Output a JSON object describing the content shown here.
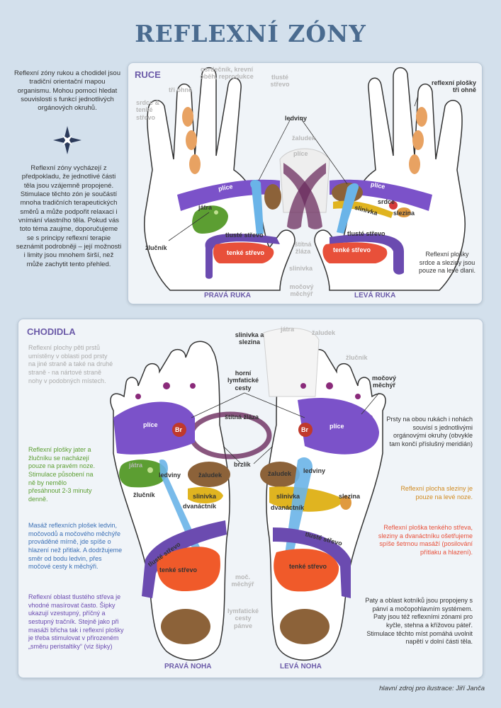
{
  "title": "REFLEXNÍ ZÓNY",
  "intro1": "Reflexní zóny rukou a chodidel jsou tradiční orientační mapou organismu. Mohou pomoci hledat souvislosti s funkcí jednotlivých orgánových okruhů.",
  "intro2": "Reflexní zóny vycházejí z předpokladu, že jednotlivé části těla jsou vzájemně propojené. Stimulace těchto zón je součástí mnoha tradičních terapeutických směrů a může podpořit relaxaci i vnímání vlastního těla. Pokud vás toto téma zaujme, doporučujeme se s principy reflexní terapie seznámit podrobněji – její možnosti i limity jsou mnohem širší, než může zachytit tento přehled.",
  "hands": {
    "heading": "RUCE",
    "labels": {
      "tri_ohne": "tři ohně",
      "srdce_tenke": "srdce & tenké střevo",
      "osrdecnik": "osrdečník, krevní oběh, reprodukce",
      "tluste_strevo_top": "tlusté střevo",
      "ledviny": "ledviny",
      "zaludek": "žaludek",
      "plice_center": "plíce",
      "plice_left": "plíce",
      "plice_right": "plíce",
      "jatra": "játra",
      "zlucnik": "žlučník",
      "tluste_left": "tlusté střevo",
      "tenke_left": "tenké střevo",
      "tluste_right": "tlusté střevo",
      "tenke_right": "tenké střevo",
      "slinivka": "slinivka",
      "srdce": "srdce",
      "slezina": "slezina",
      "stitna": "štítná žláza",
      "slinivka_center": "slinivka",
      "mocovy": "močový měchýř",
      "reflexni_plosky": "reflexní plošky tři ohně",
      "srdce_note": "Reflexní plošky srdce a sleziny jsou pouze na levé dlani.",
      "prava": "PRAVÁ RUKA",
      "leva": "LEVÁ RUKA"
    }
  },
  "feet": {
    "heading": "CHODIDLA",
    "note_top": "Reflexní plochy pěti prstů umístěny v oblasti pod prsty na jiné straně a také na druhé straně - na nártové straně nohy v podobných místech.",
    "note_liver": "Reflexní plošky jater a žlučníku se nacházejí pouze na pravém noze. Stimulace působení na ně by nemělo přesáhnout 2-3 minuty denně.",
    "note_kidney": "Masáž reflexních plošek ledvin, močovodů a močového měchýře prováděné mírně, jde spíše o hlazení než přitlak. A dodržujeme směr od bodu ledvin, přes močové cesty k měchýři.",
    "note_colon": "Reflexní oblast tlustého střeva je vhodné masírovat často. Šipky ukazují vzestupný, příčný a sestupný tračník. Stejně jako při masáži břicha tak i reflexní plošky je třeba stimulovat v přirozeném „směru peristaltiky“ (viz šipky)",
    "note_toes": "Prsty na obou rukách i nohách souvisí s jednotlivými orgánovými okruhy (obvykle tam končí příslušný meridián)",
    "note_spleen": "Reflexní plocha sleziny je pouze na levé noze.",
    "note_small": "Reflexní ploška tenkého střeva, sleziny a dvanáctníku ošetřujeme spíše šetrnou masáží (posilování přítlaku a hlazení).",
    "note_heel": "Paty a oblast kotníků jsou propojeny s pánví a močopohlavním systémem. Paty jsou též reflexními zónami pro kyčle, stehna a křížovou páteř. Stimulace těchto míst pomáhá uvolnit napětí v dolní části těla.",
    "labels": {
      "slinivka_slezina": "slinivka a slezina",
      "jatra_top": "játra",
      "zaludek_top": "žaludek",
      "zlucnik_top": "žlučník",
      "horni_lymf": "horní lymfatické cesty",
      "mocovy": "močový měchýř",
      "stitna": "štítná žláza",
      "brzlik": "brzlík",
      "plice_l": "plíce",
      "plice_r": "plíce",
      "br": "Br",
      "jatra": "játra",
      "ledviny_l": "ledviny",
      "ledviny_r": "ledviny",
      "zaludek_l": "žaludek",
      "zaludek_r": "žaludek",
      "zlucnik": "žlučník",
      "slinivka_l": "slinivka",
      "slinivka_r": "slinivka",
      "slezina": "slezina",
      "dvanactnik_l": "dvanáctník",
      "dvanactnik_r": "dvanáctník",
      "tluste_l": "tlusté střevo",
      "tluste_r": "tlusté střevo",
      "tenke_l": "tenké střevo",
      "tenke_r": "tenké střevo",
      "mocovy_mid": "moč. měchýř",
      "lymf_panev": "lymfatické cesty pánve",
      "prava": "PRAVÁ NOHA",
      "leva": "LEVÁ NOHA"
    }
  },
  "source": "hlavní zdroj pro ilustrace: Jiří Janča",
  "colors": {
    "title": "#4a6b8f",
    "lung": "#7b52c9",
    "liver": "#5c9e32",
    "kidney": "#6ab4e8",
    "stomach": "#8c6239",
    "colon": "#6b4bb0",
    "small_intestine": "#e8503a",
    "spleen": "#e09a40",
    "pancreas": "#e0b420",
    "thymus": "#6b2c5e",
    "heart": "#d63a3a"
  }
}
